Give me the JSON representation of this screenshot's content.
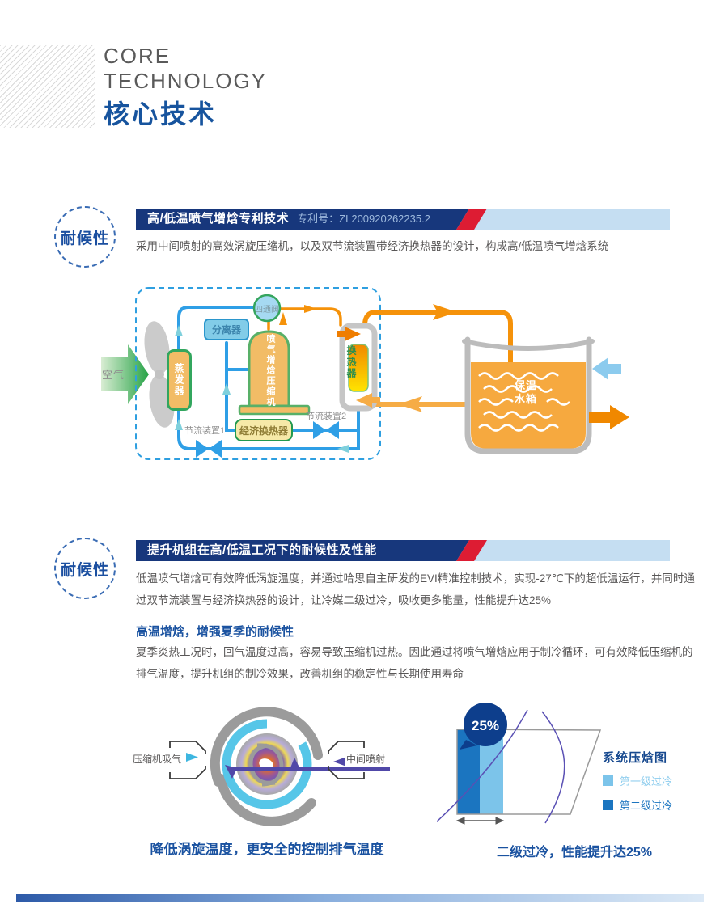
{
  "header": {
    "en1": "CORE",
    "en2": "TECHNOLOGY",
    "cn": "核心技术"
  },
  "colors": {
    "navy_bar": "#17377c",
    "red_stripe": "#dd1c33",
    "light_bar": "#c5def2",
    "heading_blue": "#1a52a0",
    "body_gray": "#595757",
    "subcool1": "#7cc4ea",
    "subcool2": "#1b75c0"
  },
  "section1": {
    "badge": "耐候性",
    "title": "高/低温喷气增焓专利技术",
    "patent": "专利号：ZL200920262235.2",
    "intro": "采用中间喷射的高效涡旋压缩机，以及双节流装置带经济换热器的设计，构成高/低温喷气增焓系统",
    "diagram": {
      "air": "空气",
      "evaporator": "蒸发器",
      "separator": "分离器",
      "four_way_valve": "四通阀",
      "compressor": "喷气增焓压缩机",
      "heat_exchanger": "换热器",
      "economizer": "经济换热器",
      "throttle1": "节流装置1",
      "throttle2": "节流装置2",
      "tank_line1": "保温",
      "tank_line2": "水箱"
    }
  },
  "section2": {
    "badge": "耐候性",
    "title": "提升机组在高/低温工况下的耐候性及性能",
    "intro": "低温喷气增焓可有效降低涡旋温度，并通过哈思自主研发的EVI精准控制技术，实现-27℃下的超低温运行，并同时通过双节流装置与经济换热器的设计，让冷媒二级过冷，吸收更多能量，性能提升达25%",
    "sub_heading": "高温增焓，增强夏季的耐候性",
    "sub_text": "夏季炎热工况时，回气温度过高，容易导致压缩机过热。因此通过将喷气增焓应用于制冷循环，可有效降低压缩机的排气温度，提升机组的制冷效果，改善机组的稳定性与长期使用寿命"
  },
  "figures": {
    "scroll": {
      "suction": "压缩机吸气",
      "injection": "中间喷射",
      "caption": "降低涡旋温度，更安全的控制排气温度"
    },
    "ph": {
      "badge": "25%",
      "legend_title": "系统压焓图",
      "legend1": "第一级过冷",
      "legend2": "第二级过冷",
      "caption": "二级过冷，性能提升达25%"
    }
  }
}
